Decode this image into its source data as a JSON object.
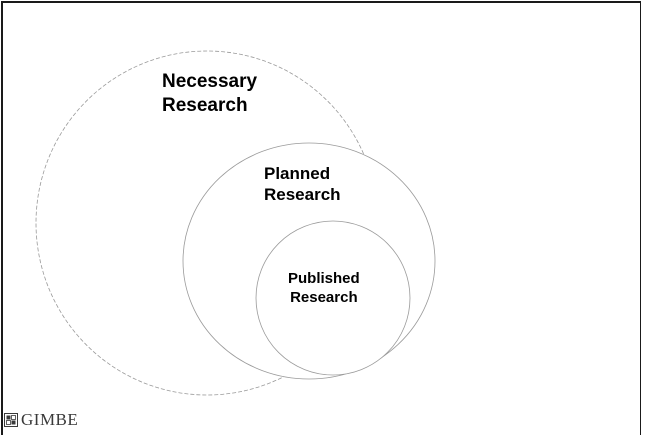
{
  "diagram": {
    "circles": [
      {
        "name": "necessary",
        "lines": [
          "Necessary",
          "Research"
        ]
      },
      {
        "name": "planned",
        "lines": [
          "Planned",
          "Research"
        ]
      },
      {
        "name": "published",
        "lines": [
          "Published",
          "Research"
        ]
      }
    ]
  },
  "footer": {
    "logo_text": "GIMBE"
  },
  "colors": {
    "outline": "#9a9a9a",
    "text": "#000000",
    "frame": "#1a1a1a"
  }
}
